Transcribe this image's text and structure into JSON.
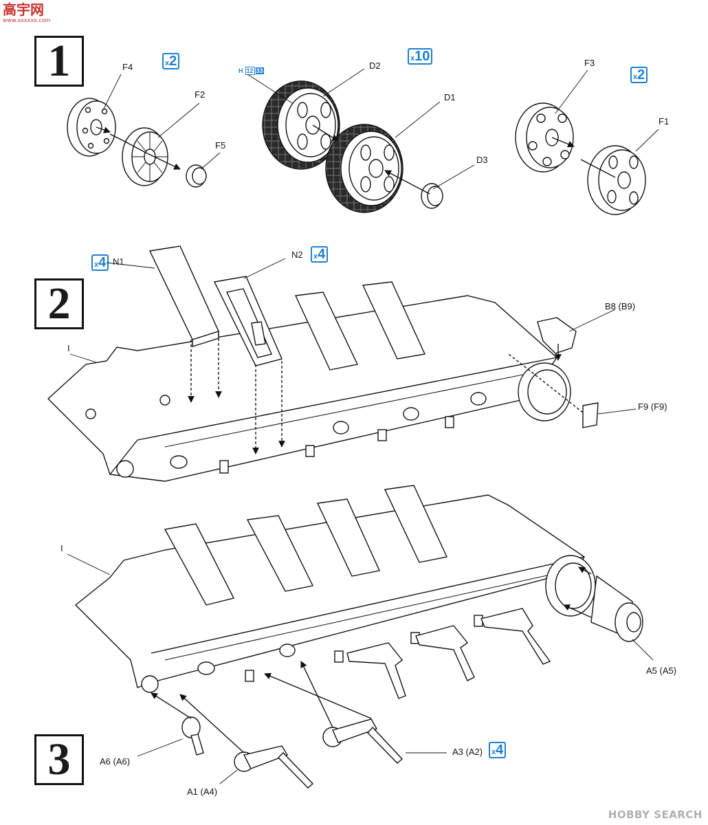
{
  "logo": {
    "main": "高宇网",
    "sub": "www.xxxxxx.com"
  },
  "watermark": "HOBBY SEARCH",
  "steps": [
    {
      "number": "1"
    },
    {
      "number": "2"
    },
    {
      "number": "3"
    }
  ],
  "quantities": {
    "step1_f4f2": "2",
    "step1_d": "10",
    "step1_f3f1": "2",
    "step2_n1": "4",
    "step2_n2": "4",
    "step3_a3": "4",
    "x": "x"
  },
  "part_tag": {
    "h": "H",
    "a": "12",
    "b": "33"
  },
  "labels": {
    "F4": "F4",
    "F2": "F2",
    "F5": "F5",
    "D2": "D2",
    "D1": "D1",
    "D3": "D3",
    "F3": "F3",
    "F1": "F1",
    "N1": "N1",
    "N2": "N2",
    "B8": "B8 (B9)",
    "F9": "F9 (F9)",
    "I_top": "I",
    "I_bottom": "I",
    "A5": "A5 (A5)",
    "A6": "A6 (A6)",
    "A1": "A1 (A4)",
    "A3": "A3 (A2)"
  }
}
